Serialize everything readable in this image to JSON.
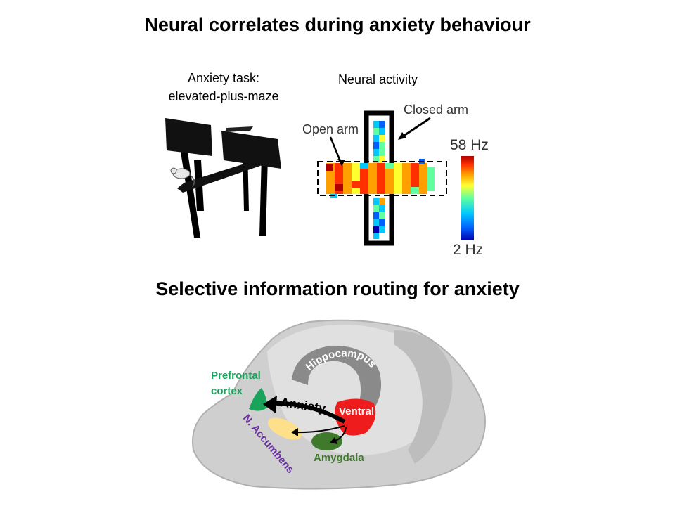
{
  "titles": {
    "top": "Neural correlates during anxiety behaviour",
    "bottom": "Selective information routing for anxiety"
  },
  "panel_left": {
    "caption_line1": "Anxiety task:",
    "caption_line2": "elevated-plus-maze",
    "picture": "elevated-plus-maze-apparatus-with-mouse"
  },
  "panel_right": {
    "caption": "Neural activity",
    "open_arm_label": "Open arm",
    "closed_arm_label": "Closed arm",
    "colorbar_max": "58 Hz",
    "colorbar_min": "2 Hz",
    "colorscale": [
      "#0000b0",
      "#0060ff",
      "#00c8ff",
      "#60ffa0",
      "#ffff30",
      "#ffa000",
      "#ff3000",
      "#b00000"
    ]
  },
  "brain": {
    "hippocampus": "Hippocampus",
    "ventral": "Ventral",
    "anxiety": "Anxiety",
    "prefrontal_line1": "Prefrontal",
    "prefrontal_line2": "cortex",
    "accumbens": "N. Accumbens",
    "amygdala": "Amygdala",
    "colors": {
      "prefrontal": "#1aa35a",
      "ventral": "#ee1c1c",
      "amygdala": "#3f7a2c",
      "accumbens_region": "#ffe08a",
      "accumbens_text": "#6a2fa0"
    }
  }
}
